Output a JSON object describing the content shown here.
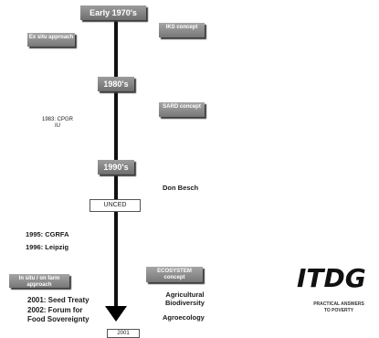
{
  "eras": {
    "early_1970s": "Early 1970's",
    "e1980s": "1980's",
    "e1990s": "1990's"
  },
  "events": {
    "unced": "UNCED",
    "bottom_year": "2001"
  },
  "concepts": {
    "ex_situ": "Ex situ approach",
    "ikis": "IKS concept",
    "saro": "SARD concept",
    "in_situ_on_farm": "In situ / on farm approach",
    "ecosystem": "ECOSYSTEM concept"
  },
  "labels": {
    "cpgr": "1983: CPGR\nIU",
    "don_besch": "Don Besch",
    "cgrfa_1995": "1995: CGRFA",
    "leipzig_1996": "1996: Leipzig",
    "seed_treaty": "2001: Seed Treaty",
    "forum": "2002: Forum for\nFood Sovereignty",
    "agri_bio": "Agricultural\nBiodiversity",
    "agroecology": "Agroecology"
  },
  "logo": {
    "word": "ITDG",
    "tagline": "PRACTICAL ANSWERS\nTO POVERTY"
  },
  "colors": {
    "box_grey": "#8a8a8a",
    "axis": "#111111"
  }
}
